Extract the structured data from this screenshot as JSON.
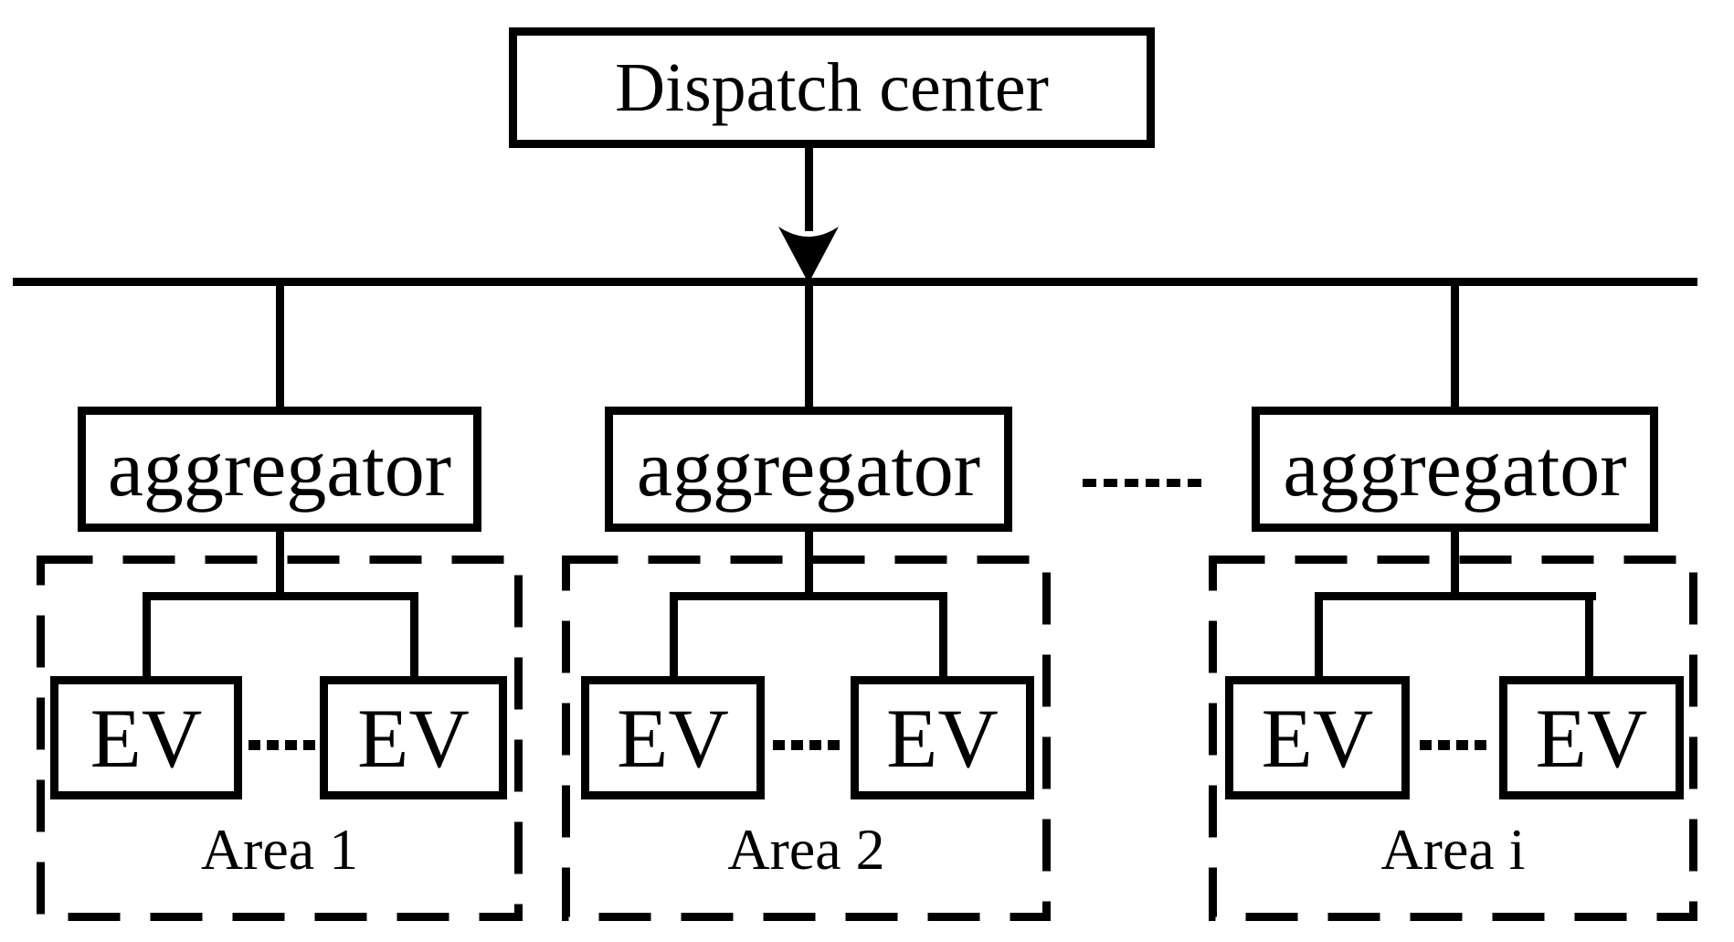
{
  "diagram": {
    "title_hint": "EV hierarchical dispatch structure",
    "colors": {
      "ink": "#000000",
      "background": "#ffffff"
    },
    "dispatch_center": {
      "label": "Dispatch center"
    },
    "aggregators": [
      {
        "label": "aggregator"
      },
      {
        "label": "aggregator"
      },
      {
        "label": "aggregator"
      }
    ],
    "areas": [
      {
        "label": "Area 1",
        "evs": [
          "EV",
          "EV"
        ]
      },
      {
        "label": "Area 2",
        "evs": [
          "EV",
          "EV"
        ]
      },
      {
        "label": "Area i",
        "evs": [
          "EV",
          "EV"
        ]
      }
    ]
  }
}
